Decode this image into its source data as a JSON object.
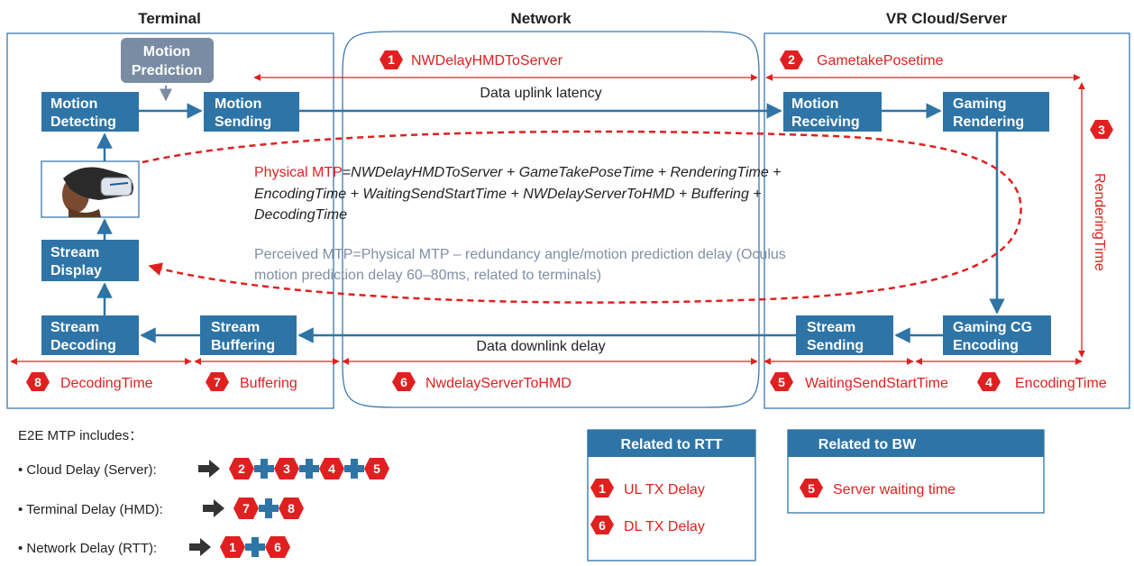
{
  "headers": {
    "terminal": "Terminal",
    "network": "Network",
    "cloud": "VR Cloud/Server"
  },
  "boxes": {
    "motion_prediction": [
      "Motion",
      "Prediction"
    ],
    "motion_detecting": [
      "Motion",
      "Detecting"
    ],
    "motion_sending": [
      "Motion",
      "Sending"
    ],
    "motion_receiving": [
      "Motion",
      "Receiving"
    ],
    "gaming_rendering": [
      "Gaming",
      "Rendering"
    ],
    "stream_display": [
      "Stream",
      "Display"
    ],
    "stream_decoding": [
      "Stream",
      "Decoding"
    ],
    "stream_buffering": [
      "Stream",
      "Buffering"
    ],
    "stream_sending": [
      "Stream",
      "Sending"
    ],
    "gaming_cg_encoding": [
      "Gaming CG",
      "Encoding"
    ]
  },
  "links": {
    "uplink": "Data uplink latency",
    "downlink": "Data downlink delay"
  },
  "timings": {
    "t1": {
      "num": "1",
      "label": "NWDelayHMDToServer"
    },
    "t2": {
      "num": "2",
      "label": "GametakePosetime"
    },
    "t3": {
      "num": "3",
      "label": "RenderingTime"
    },
    "t4": {
      "num": "4",
      "label": "EncodingTime"
    },
    "t5": {
      "num": "5",
      "label": "WaitingSendStartTime"
    },
    "t6": {
      "num": "6",
      "label": "NwdelayServerToHMD"
    },
    "t7": {
      "num": "7",
      "label": "Buffering"
    },
    "t8": {
      "num": "8",
      "label": "DecodingTime"
    }
  },
  "formula": {
    "physical_label": "Physical MTP",
    "physical_line1": "=NWDelayHMDToServer + GameTakePoseTime + RenderingTime +",
    "physical_line2": "EncodingTime + WaitingSendStartTime + NWDelayServerToHMD + Buffering +",
    "physical_line3": "DecodingTime",
    "perceived_line1": "Perceived MTP=Physical MTP – redundancy angle/motion prediction delay (Oculus",
    "perceived_line2": "motion prediction delay 60–80ms, related to terminals)"
  },
  "e2e": {
    "title": "E2E MTP includes：",
    "cloud": "• Cloud Delay (Server):",
    "terminal": "• Terminal Delay (HMD):",
    "network": "• Network Delay (RTT):",
    "cloud_nums": [
      "2",
      "3",
      "4",
      "5"
    ],
    "terminal_nums": [
      "7",
      "8"
    ],
    "network_nums": [
      "1",
      "6"
    ]
  },
  "rtt_panel": {
    "title": "Related to RTT",
    "items": [
      {
        "num": "1",
        "label": "UL TX Delay"
      },
      {
        "num": "6",
        "label": "DL TX Delay"
      }
    ]
  },
  "bw_panel": {
    "title": "Related to BW",
    "items": [
      {
        "num": "5",
        "label": "Server waiting time"
      }
    ]
  },
  "colors": {
    "box": "#2e74a6",
    "prediction_box": "#7a8ca3",
    "red": "#e02020",
    "frame": "#3a7ab0",
    "panel_header": "#2e74a6"
  }
}
